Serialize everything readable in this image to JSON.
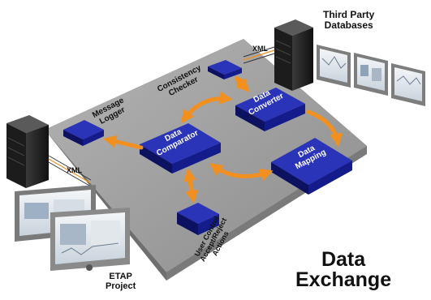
{
  "labels": {
    "third_party": "Third Party\nDatabases",
    "xml_top": "XML",
    "xml_left": "XML",
    "consistency_checker": "Consistency\nChecker",
    "message_logger": "Message\nLogger",
    "data_converter": "Data\nConverter",
    "data_comparator": "Data\nComparator",
    "data_mapping": "Data\nMapping",
    "user_control": "User Control\nAccept/Reject\nActions",
    "etap_project": "ETAP\nProject",
    "title": "Data\nExchange"
  },
  "colors": {
    "block": "#141c8c",
    "block_top": "#2a34b8",
    "arrow": "#f2901f",
    "platform": "#9a9a9a",
    "platform_edge": "#6e6e6e"
  }
}
